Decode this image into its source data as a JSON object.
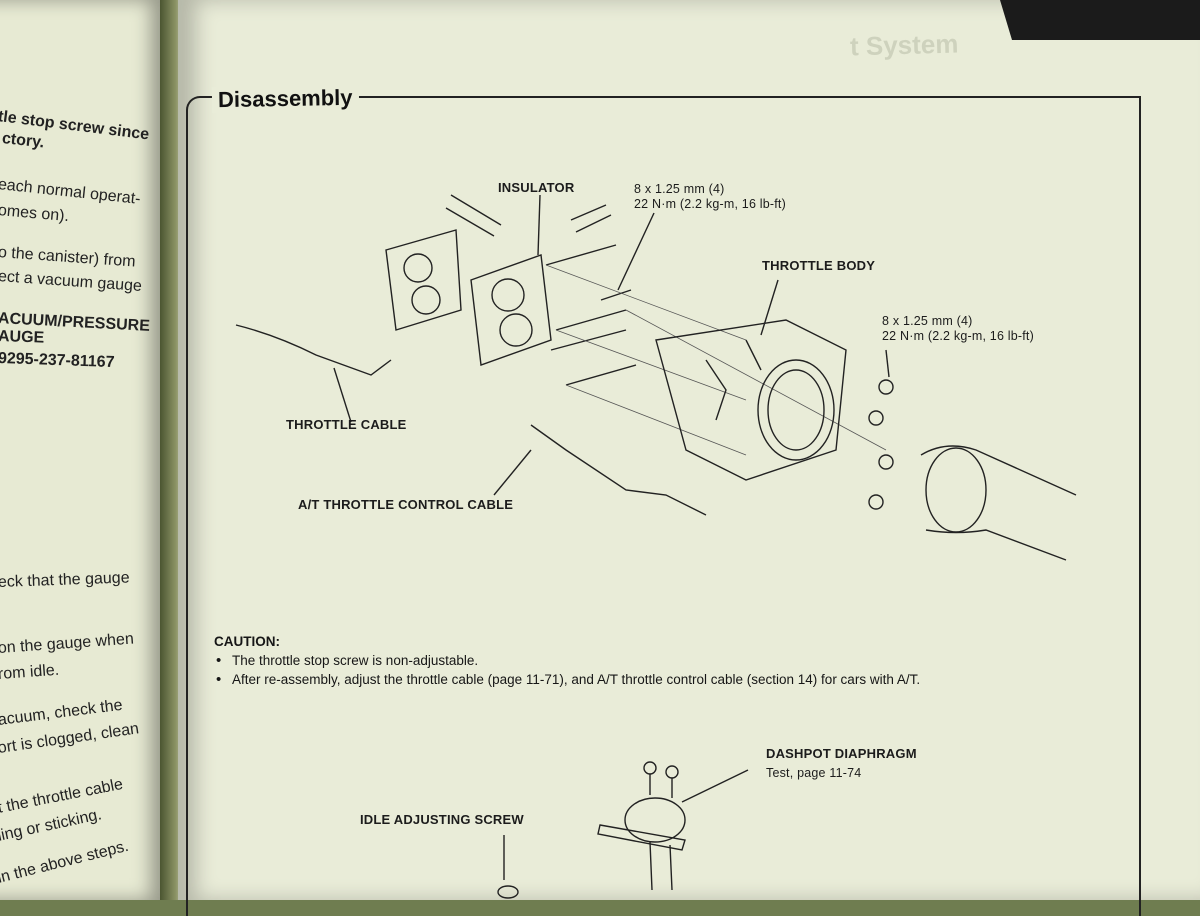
{
  "left_page": {
    "lines": [
      {
        "text": "tle stop screw since",
        "bold": true
      },
      {
        "text": "ctory.",
        "bold": true
      },
      {
        "text": "each normal operat-",
        "bold": false
      },
      {
        "text": "omes on).",
        "bold": false
      },
      {
        "text": "o the canister) from",
        "bold": false
      },
      {
        "text": "ect a vacuum gauge",
        "bold": false
      },
      {
        "text": "ACUUM/PRESSURE",
        "bold": true
      },
      {
        "text": "AUGE",
        "bold": true
      },
      {
        "text": "9295-237-81167",
        "bold": true
      },
      {
        "text": "eck that the gauge",
        "bold": false
      },
      {
        "text": "on the gauge when",
        "bold": false
      },
      {
        "text": "rom idle.",
        "bold": false
      },
      {
        "text": "acuum, check the",
        "bold": false
      },
      {
        "text": "ort is clogged, clean",
        "bold": false
      },
      {
        "text": "t the throttle cable",
        "bold": false
      },
      {
        "text": "ling or sticking.",
        "bold": false
      },
      {
        "text": "in the above steps.",
        "bold": false
      }
    ]
  },
  "header": {
    "ghost_title": "t System"
  },
  "section": {
    "title": "Disassembly"
  },
  "labels": {
    "insulator": "INSULATOR",
    "bolt_spec_1_size": "8 x 1.25 mm (4)",
    "bolt_spec_1_torque": "22 N·m (2.2 kg-m, 16 lb-ft)",
    "throttle_body": "THROTTLE BODY",
    "bolt_spec_2_size": "8 x 1.25 mm (4)",
    "bolt_spec_2_torque": "22 N·m (2.2 kg-m, 16 lb-ft)",
    "throttle_cable": "THROTTLE CABLE",
    "at_throttle_control_cable": "A/T THROTTLE CONTROL CABLE",
    "dashpot_diaphragm": "DASHPOT DIAPHRAGM",
    "dashpot_test": "Test, page 11-74",
    "idle_adjusting_screw": "IDLE ADJUSTING SCREW"
  },
  "caution": {
    "heading": "CAUTION:",
    "items": [
      "The throttle stop screw is non-adjustable.",
      "After re-assembly, adjust the throttle cable (page 11-71), and A/T throttle control cable (section 14) for cars with A/T."
    ]
  },
  "colors": {
    "page": "#e9ecd8",
    "ink": "#1a1a1a",
    "background": "#6f7d50"
  }
}
